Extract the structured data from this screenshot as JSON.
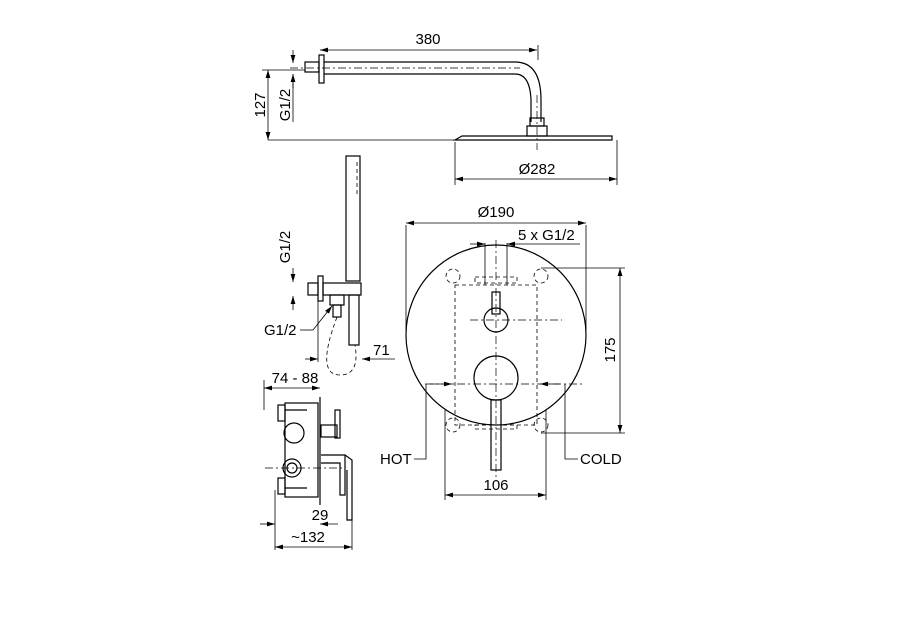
{
  "title": "Concealed shower set dimensional drawing",
  "shower_arm": {
    "length": "380",
    "height": "127",
    "connection": "G1/2",
    "head_diameter": "Ø282"
  },
  "hand_shower": {
    "connection_wall": "G1/2",
    "connection_hose": "G1/2",
    "projection": "71"
  },
  "mixer_front": {
    "plate_diameter": "Ø190",
    "outlets": "5 x G1/2",
    "height": "175",
    "width": "106",
    "hot_label": "HOT",
    "cold_label": "COLD"
  },
  "mixer_side": {
    "depth_range": "74 - 88",
    "plate_offset": "29",
    "total_depth": "~132"
  }
}
